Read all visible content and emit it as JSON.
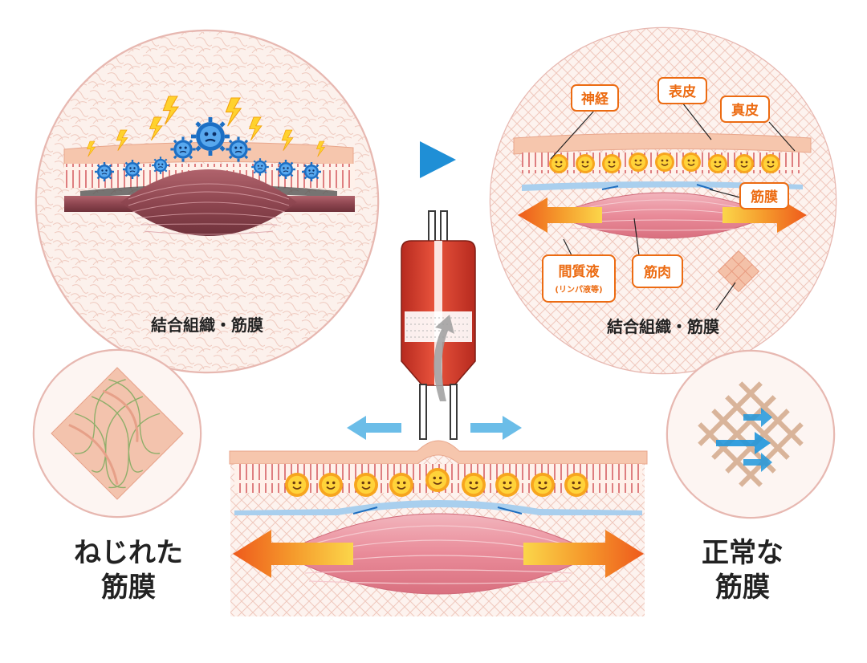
{
  "left_circle": {
    "caption": "結合組織・筋膜"
  },
  "right_circle": {
    "caption": "結合組織・筋膜",
    "tags": {
      "nerve": "神経",
      "epidermis": "表皮",
      "dermis": "真皮",
      "fascia": "筋膜",
      "interstitial": "間質液",
      "interstitial_sub": "(リンパ液等)",
      "muscle": "筋肉"
    }
  },
  "left_caption": {
    "line1": "ねじれた",
    "line2": "筋膜"
  },
  "right_caption": {
    "line1": "正常な",
    "line2": "筋膜"
  },
  "colors": {
    "circle_border": "#e7b8b1",
    "tag_border": "#ec6b12",
    "arrow_blue": "#1f8fd6",
    "muscle_pink": "#e99aa5",
    "muscle_dark": "#8e4650",
    "skin": "#f6c6ad",
    "cup_red": "#d9402c"
  }
}
